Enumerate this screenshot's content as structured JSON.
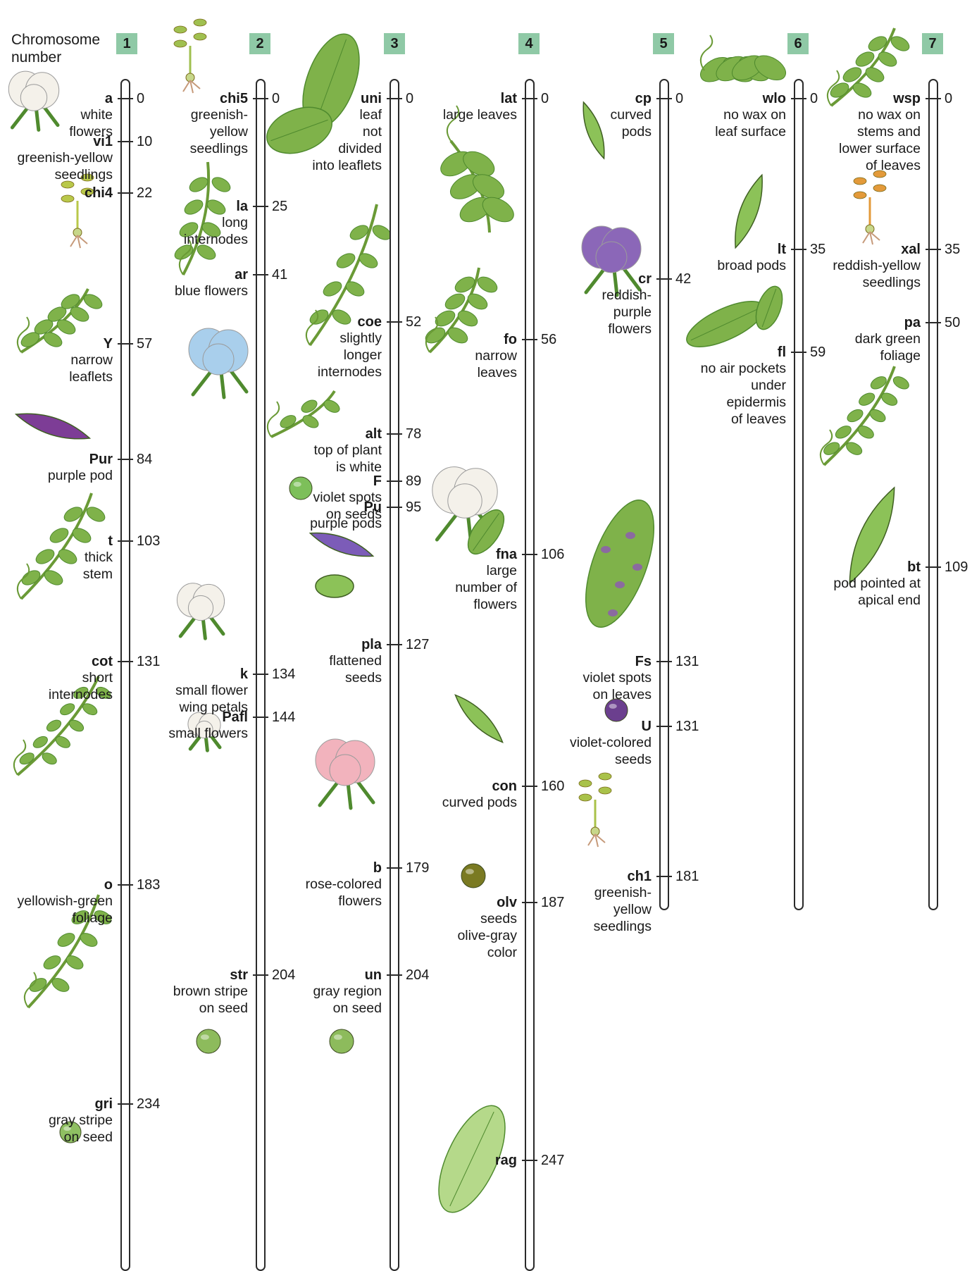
{
  "header": "Chromosome\nnumber",
  "chromosomes": [
    {
      "id": "1",
      "loci": [
        {
          "gene": "a",
          "pos": "0",
          "desc": "white\nflowers"
        },
        {
          "gene": "vi1",
          "pos": "10",
          "desc": "greenish-yellow\nseedlings"
        },
        {
          "gene": "chi4",
          "pos": "22",
          "desc": ""
        },
        {
          "gene": "Y",
          "pos": "57",
          "desc": "narrow\nleaflets"
        },
        {
          "gene": "Pur",
          "pos": "84",
          "desc": "purple pod"
        },
        {
          "gene": "t",
          "pos": "103",
          "desc": "thick\nstem"
        },
        {
          "gene": "cot",
          "pos": "131",
          "desc": "short\ninternodes"
        },
        {
          "gene": "o",
          "pos": "183",
          "desc": "yellowish-green\nfoliage"
        },
        {
          "gene": "gri",
          "pos": "234",
          "desc": "gray stripe\non seed"
        }
      ]
    },
    {
      "id": "2",
      "loci": [
        {
          "gene": "chi5",
          "pos": "0",
          "desc": "greenish-\nyellow\nseedlings"
        },
        {
          "gene": "la",
          "pos": "25",
          "desc": "long\ninternodes"
        },
        {
          "gene": "ar",
          "pos": "41",
          "desc": "blue flowers"
        },
        {
          "gene": "k",
          "pos": "134",
          "desc": "small flower\nwing petals"
        },
        {
          "gene": "Pafl",
          "pos": "144",
          "desc": "small flowers"
        },
        {
          "gene": "str",
          "pos": "204",
          "desc": "brown stripe\non seed"
        }
      ]
    },
    {
      "id": "3",
      "loci": [
        {
          "gene": "uni",
          "pos": "0",
          "desc": "leaf\nnot\ndivided\ninto leaflets"
        },
        {
          "gene": "coe",
          "pos": "52",
          "desc": "slightly\nlonger\ninternodes"
        },
        {
          "gene": "alt",
          "pos": "78",
          "desc": "top of plant\nis white"
        },
        {
          "gene": "F",
          "pos": "89",
          "desc": "violet spots\non seeds"
        },
        {
          "gene": "Pu",
          "pos": "95",
          "desc": "purple pods"
        },
        {
          "gene": "pla",
          "pos": "127",
          "desc": "flattened\nseeds"
        },
        {
          "gene": "b",
          "pos": "179",
          "desc": "rose-colored\nflowers"
        },
        {
          "gene": "un",
          "pos": "204",
          "desc": "gray region\non seed"
        }
      ]
    },
    {
      "id": "4",
      "loci": [
        {
          "gene": "lat",
          "pos": "0",
          "desc": "large leaves"
        },
        {
          "gene": "fo",
          "pos": "56",
          "desc": "narrow\nleaves"
        },
        {
          "gene": "fna",
          "pos": "106",
          "desc": "large\nnumber of\nflowers"
        },
        {
          "gene": "con",
          "pos": "160",
          "desc": "curved pods"
        },
        {
          "gene": "olv",
          "pos": "187",
          "desc": "seeds\nolive-gray\ncolor"
        },
        {
          "gene": "rag",
          "pos": "247",
          "desc": ""
        }
      ]
    },
    {
      "id": "5",
      "loci": [
        {
          "gene": "cp",
          "pos": "0",
          "desc": "curved\npods"
        },
        {
          "gene": "cr",
          "pos": "42",
          "desc": "reddish-\npurple\nflowers"
        },
        {
          "gene": "Fs",
          "pos": "131",
          "desc": "violet spots\non leaves"
        },
        {
          "gene": "U",
          "pos": "131",
          "desc": "violet-colored\nseeds"
        },
        {
          "gene": "ch1",
          "pos": "181",
          "desc": "greenish-\nyellow\nseedlings"
        }
      ]
    },
    {
      "id": "6",
      "loci": [
        {
          "gene": "wlo",
          "pos": "0",
          "desc": "no wax on\nleaf surface"
        },
        {
          "gene": "lt",
          "pos": "35",
          "desc": "broad pods"
        },
        {
          "gene": "fl",
          "pos": "59",
          "desc": "no air pockets\nunder\nepidermis\nof leaves"
        }
      ]
    },
    {
      "id": "7",
      "loci": [
        {
          "gene": "wsp",
          "pos": "0",
          "desc": "no wax on\nstems and\nlower surface\nof leaves"
        },
        {
          "gene": "xal",
          "pos": "35",
          "desc": "reddish-yellow\nseedlings"
        },
        {
          "gene": "pa",
          "pos": "50",
          "desc": "dark green\nfoliage"
        },
        {
          "gene": "bt",
          "pos": "109",
          "desc": "pod pointed at\napical end"
        }
      ]
    }
  ],
  "colors": {
    "badge": "#8fc9a6",
    "leaf": "#7fb24a",
    "leaf_dark": "#4f8a2e",
    "stem": "#6a9a36",
    "root": "#c69a7a",
    "flower_white": "#f4f1ea",
    "flower_blue": "#a9cfec",
    "flower_purple": "#8b67b8",
    "flower_rose": "#f2b3bd",
    "pod_purple": "#7d3d96",
    "pod_green": "#8cc258",
    "seed_violet": "#6b3f8e",
    "seed_olive": "#7a7a22",
    "seedling_orange": "#e39a3a"
  },
  "illustrations": [
    "white-flower-icon",
    "seedling-icon",
    "leaf-icon",
    "vine-icon",
    "pod-icon",
    "blue-flower-icon",
    "purple-flower-icon",
    "rose-flower-icon",
    "seed-icon",
    "leaf-blade-icon"
  ]
}
